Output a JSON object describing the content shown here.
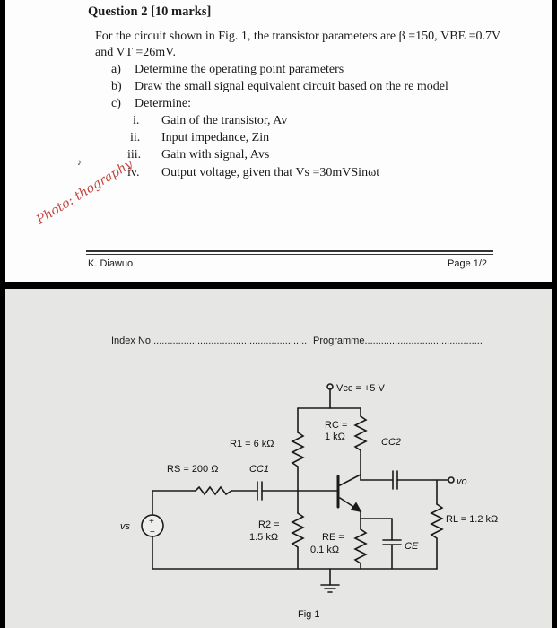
{
  "question": {
    "title": "Question 2  [10 marks]",
    "intro_1": "For the circuit shown in Fig. 1, the transistor parameters are β =150, VBE =0.7V",
    "intro_2": "and VT =26mV.",
    "parts": [
      {
        "marker": "a)",
        "text": "Determine the operating point parameters"
      },
      {
        "marker": "b)",
        "text": "Draw the small signal equivalent circuit based on the re model"
      },
      {
        "marker": "c)",
        "text": "Determine:"
      }
    ],
    "subparts": [
      {
        "marker": "i.",
        "text": "Gain of the transistor, Av"
      },
      {
        "marker": "ii.",
        "text": "Input impedance, Zin"
      },
      {
        "marker": "iii.",
        "text": "Gain with signal, Avs"
      },
      {
        "marker": "iv.",
        "text": "Output voltage, given that Vs =30mVSinωt"
      }
    ]
  },
  "watermark": "Photo: thography",
  "footer": {
    "author": "K. Diawuo",
    "page": "Page 1/2"
  },
  "form": {
    "index_label": "Index No.........................................................",
    "programme_label": "Programme..........................................."
  },
  "circuit": {
    "vcc": "Vcc = +5 V",
    "rc": [
      "RC =",
      "1 kΩ"
    ],
    "cc2": "CC2",
    "r1": "R1 = 6 kΩ",
    "rs": "RS = 200 Ω",
    "cc1": "CC1",
    "r2": [
      "R2 =",
      "1.5 kΩ"
    ],
    "re": [
      "RE =",
      "0.1 kΩ"
    ],
    "ce": "CE",
    "rl": "RL = 1.2 kΩ",
    "vo": "vo",
    "vs": "vs",
    "source_plus": "+",
    "source_minus": "−",
    "fig": "Fig 1"
  }
}
